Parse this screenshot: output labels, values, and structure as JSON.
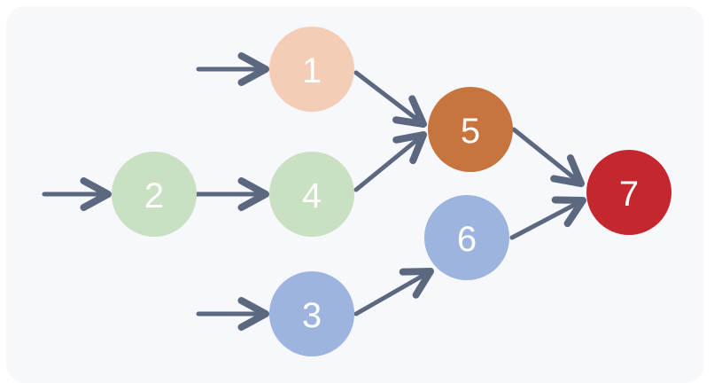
{
  "colors": {
    "background": "#f6f8fc",
    "edge": "#5b6880",
    "node_text": "#ffffff"
  },
  "nodes": [
    {
      "label": "1",
      "color": "#f4cdb6"
    },
    {
      "label": "2",
      "color": "#c9e0c2"
    },
    {
      "label": "3",
      "color": "#9db4df"
    },
    {
      "label": "4",
      "color": "#c9e0c2"
    },
    {
      "label": "5",
      "color": "#c8743e"
    },
    {
      "label": "6",
      "color": "#9db4df"
    },
    {
      "label": "7",
      "color": "#c4282e"
    }
  ],
  "edges": [
    {
      "from": "",
      "to": "1"
    },
    {
      "from": "",
      "to": "2"
    },
    {
      "from": "",
      "to": "3"
    },
    {
      "from": "2",
      "to": "4"
    },
    {
      "from": "1",
      "to": "5"
    },
    {
      "from": "4",
      "to": "5"
    },
    {
      "from": "3",
      "to": "6"
    },
    {
      "from": "5",
      "to": "7"
    },
    {
      "from": "6",
      "to": "7"
    }
  ]
}
